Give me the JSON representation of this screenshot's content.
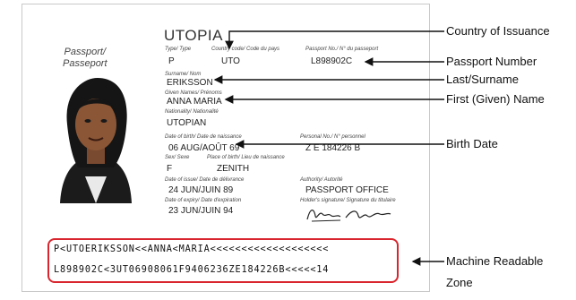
{
  "passport": {
    "title": "Passport/\nPasseport",
    "country": "UTOPIA",
    "fields": {
      "type": {
        "label": "Type/ Type",
        "value": "P"
      },
      "country_code": {
        "label": "Country code/ Code du pays",
        "value": "UTO"
      },
      "passport_no": {
        "label": "Passport No./ N° du passeport",
        "value": "L898902C"
      },
      "surname": {
        "label": "Surname/ Nom",
        "value": "ERIKSSON"
      },
      "given_names": {
        "label": "Given Names/ Prénoms",
        "value": "ANNA MARIA"
      },
      "nationality": {
        "label": "Nationality/ Nationalité",
        "value": "UTOPIAN"
      },
      "birth_date": {
        "label": "Date of birth/ Date de naissance",
        "value": "06 AUG/AOÛT 69"
      },
      "personal_no": {
        "label": "Personal No./ N° personnel",
        "value": "Z E 184226 B"
      },
      "sex": {
        "label": "Sex/ Sexe",
        "value": "F"
      },
      "birth_place": {
        "label": "Place of birth/ Lieu de naissance",
        "value": "ZENITH"
      },
      "issue_date": {
        "label": "Date of issue/ Date de délivrance",
        "value": "24 JUN/JUIN 89"
      },
      "authority": {
        "label": "Authority/ Autorité",
        "value": "PASSPORT OFFICE"
      },
      "expiry_date": {
        "label": "Date of expiry/ Date d'expiration",
        "value": "23 JUN/JUIN 94"
      },
      "signature_label": {
        "label": "Holder's signature/ Signature du titulaire",
        "value": ""
      }
    },
    "mrz": {
      "line1": "P<UTOERIKSSON<<ANNA<MARIA<<<<<<<<<<<<<<<<<<<",
      "line2": "L898902C<3UT06908061F9406236ZE184226B<<<<<14"
    }
  },
  "callouts": {
    "country": "Country of Issuance",
    "passport_number": "Passport Number",
    "surname": "Last/Surname",
    "first_name": "First (Given) Name",
    "birth_date": "Birth Date",
    "mrz": "Machine Readable\nZone"
  },
  "colors": {
    "mrz_box": "#d9262e",
    "arrows": "#111111"
  }
}
